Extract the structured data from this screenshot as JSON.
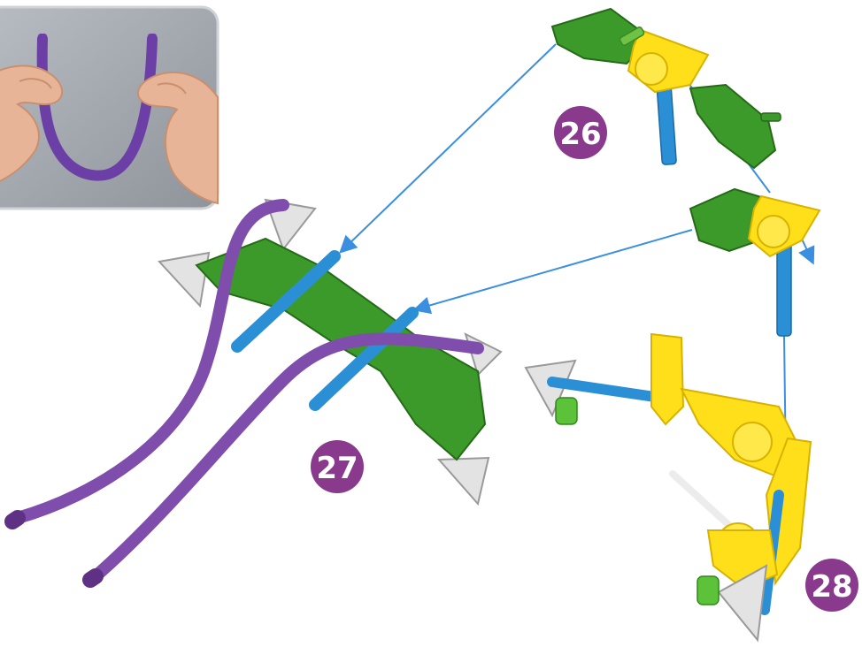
{
  "steps": {
    "step_26": "26",
    "step_27": "27",
    "step_28": "28"
  },
  "colors": {
    "green": "#3c9a2a",
    "green_dark": "#2d7a1e",
    "yellow": "#ffdf1a",
    "yellow_dark": "#e6b800",
    "blue": "#2b8fd6",
    "purple": "#7f4dab",
    "purple_dark": "#5e3184",
    "gray": "#d8d8d8",
    "badge": "#8a3a8c",
    "arrow": "#3a8fe0",
    "photo_bg": "#a9adb4",
    "skin": "#e9b79a"
  },
  "icons": {
    "inset_photo": "hands-bending-rod-photo",
    "arrow": "assembly-arrow"
  }
}
